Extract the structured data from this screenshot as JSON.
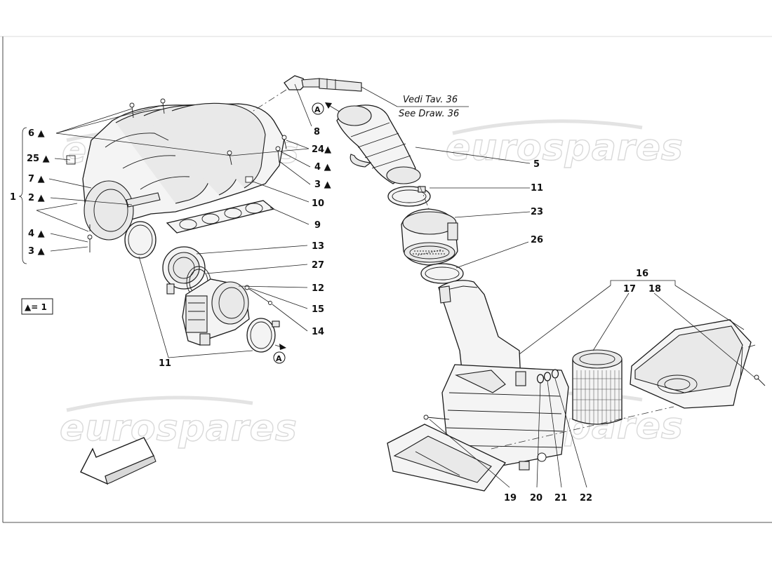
{
  "labels": {
    "l1": "1",
    "l2": "2 ▲",
    "l3a": "3 ▲",
    "l3b": "3 ▲",
    "l4a": "4 ▲",
    "l4b": "4 ▲",
    "l5": "5",
    "l6": "6 ▲",
    "l7": "7 ▲",
    "l8": "8",
    "l9": "9",
    "l10": "10",
    "l11a": "11",
    "l11b": "11",
    "l12": "12",
    "l13": "13",
    "l14": "14",
    "l15": "15",
    "l16": "16",
    "l17": "17",
    "l18": "18",
    "l19": "19",
    "l20": "20",
    "l21": "21",
    "l22": "22",
    "l23": "23",
    "l24": "24▲",
    "l25": "25 ▲",
    "l26": "26",
    "l27": "27"
  },
  "reference": {
    "it": "Vedi Tav. 36",
    "en": "See Draw. 36"
  },
  "connector": "A",
  "legend": "▲= 1",
  "watermark": "eurospares",
  "icons": [
    "direction-arrow-icon",
    "connector-a-icon"
  ]
}
